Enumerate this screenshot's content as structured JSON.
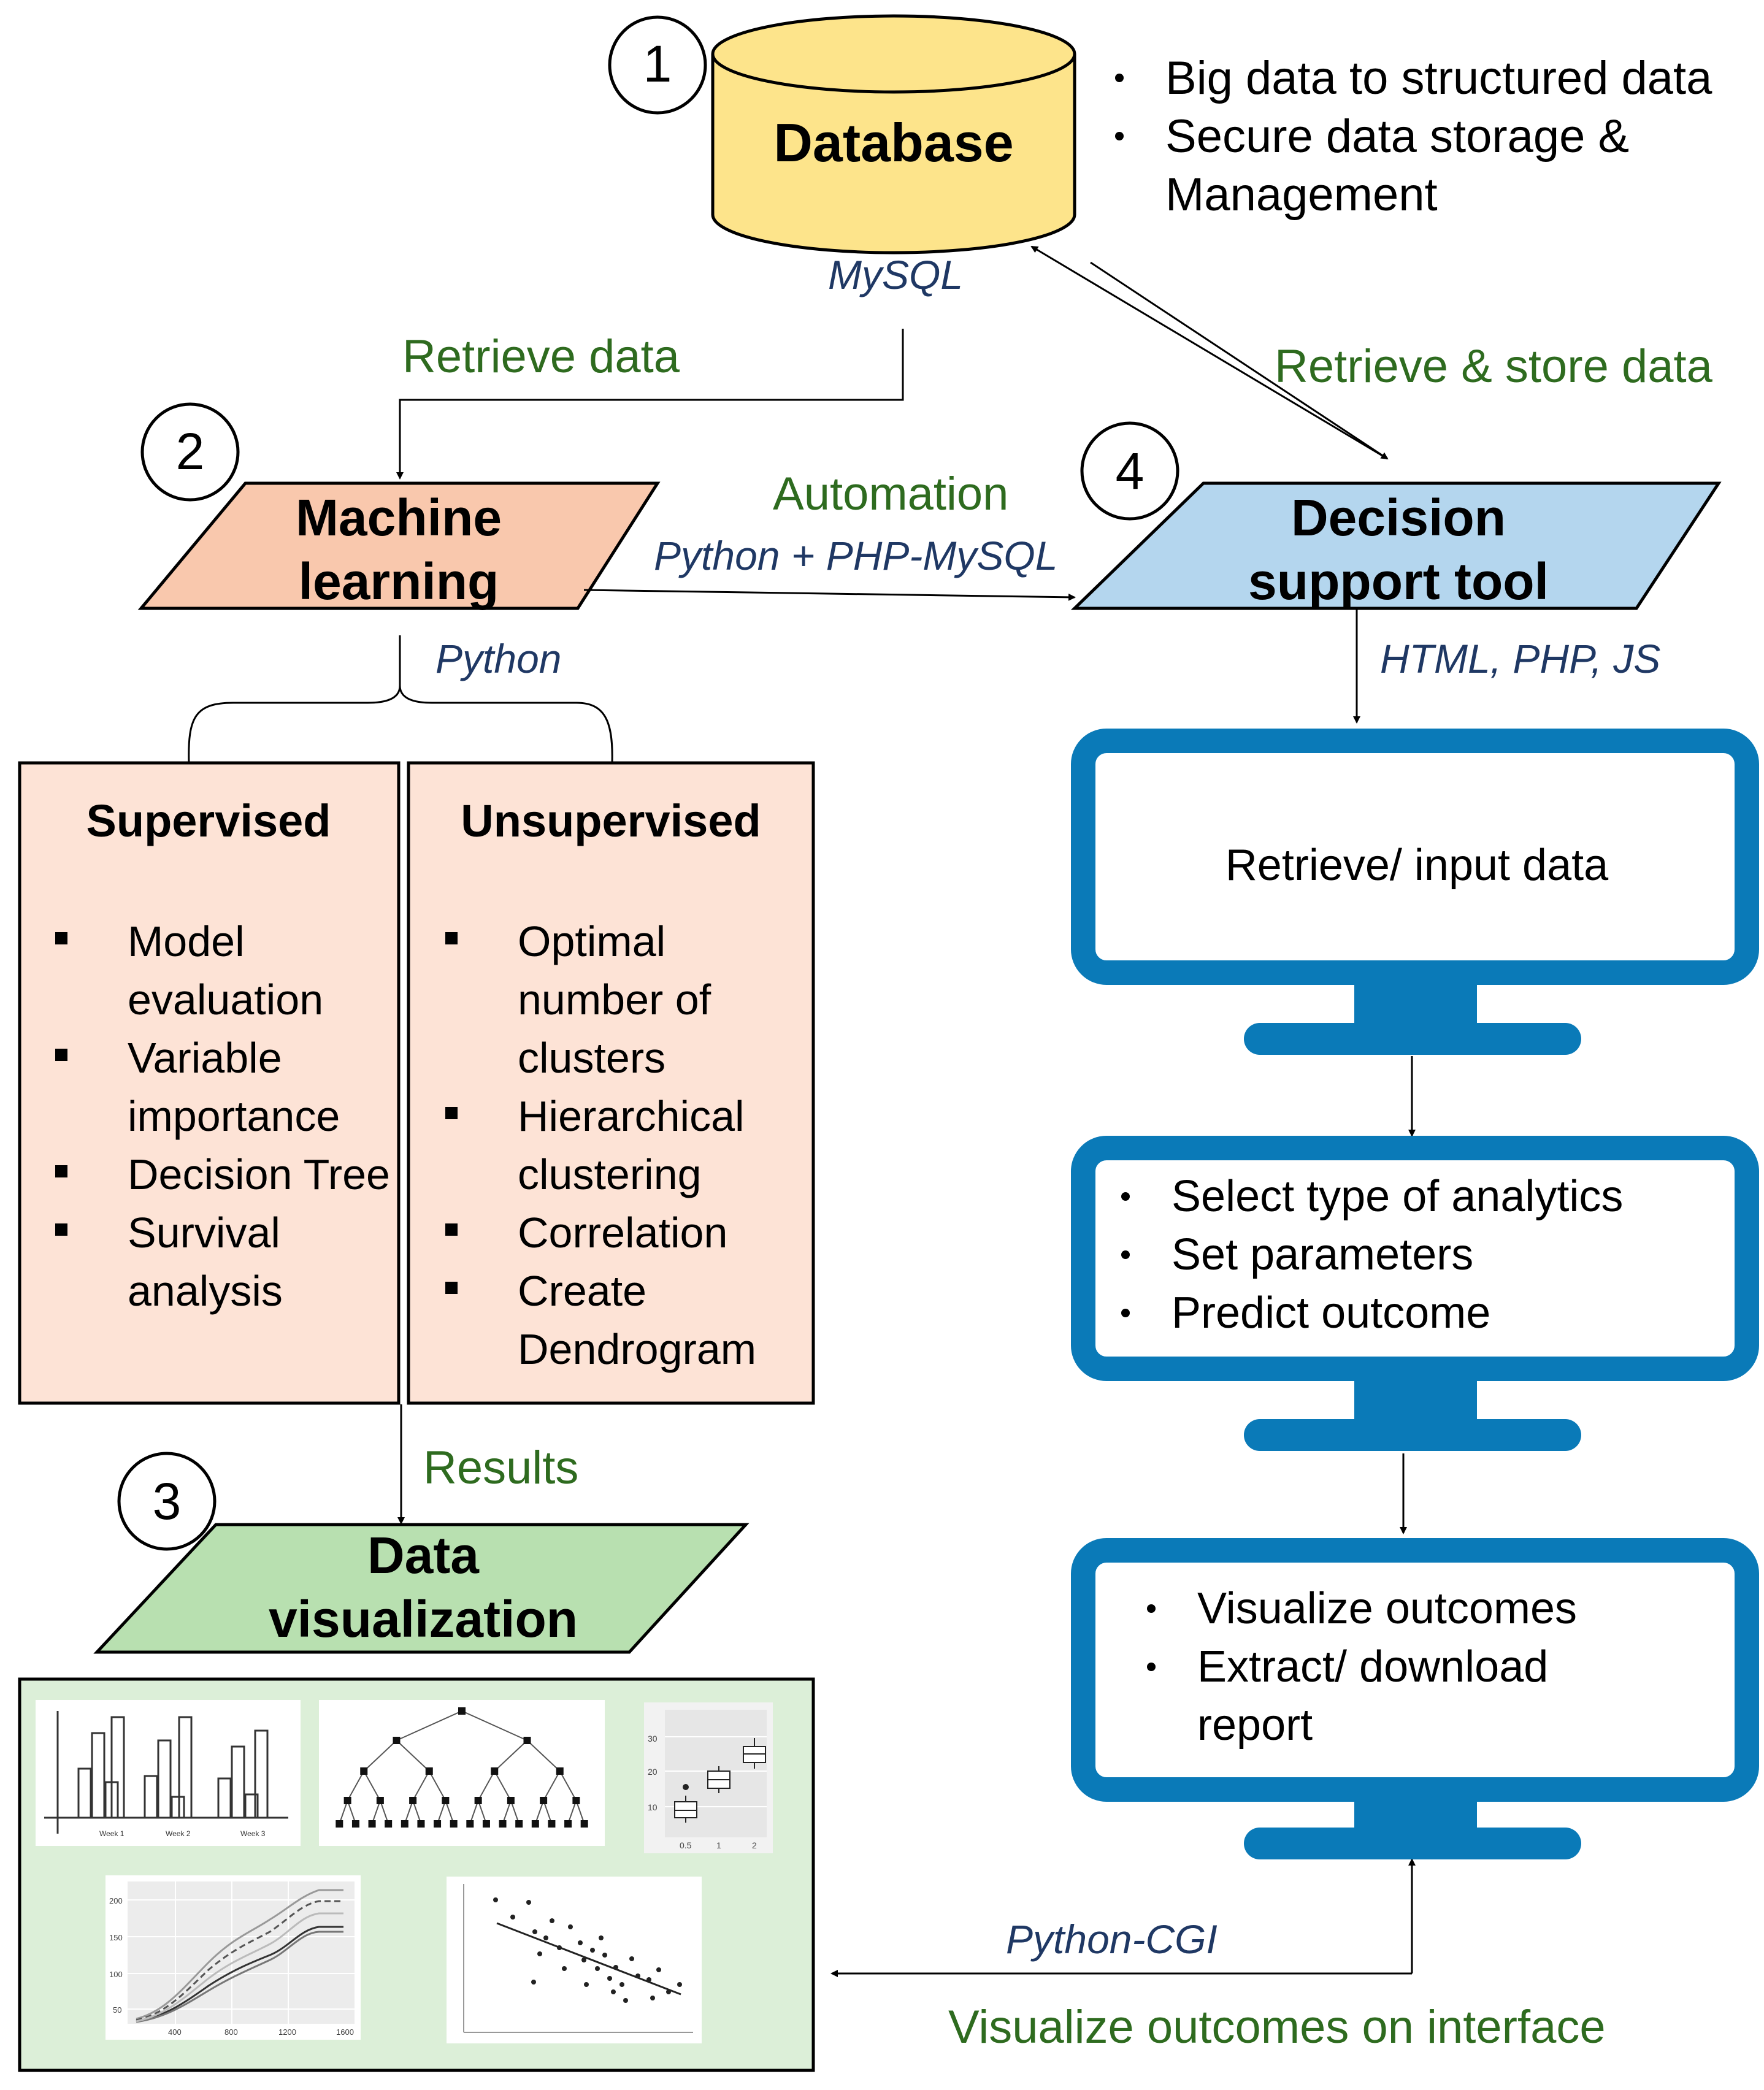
{
  "database": {
    "number": "1",
    "title": "Database",
    "tech": "MySQL",
    "bullets": [
      "Big data to structured data",
      "Secure data storage &",
      "Management"
    ]
  },
  "machine_learning": {
    "number": "2",
    "title_line1": "Machine",
    "title_line2": "learning",
    "tech": "Python"
  },
  "data_visualization": {
    "number": "3",
    "title_line1": "Data",
    "title_line2": "visualization"
  },
  "decision_support": {
    "number": "4",
    "title_line1": "Decision",
    "title_line2": "support tool",
    "tech": "HTML, PHP, JS"
  },
  "edges": {
    "retrieve_data": "Retrieve data",
    "retrieve_store_data": "Retrieve & store data",
    "automation": "Automation",
    "automation_tech": "Python + PHP-MySQL",
    "results": "Results",
    "python_cgi": "Python-CGI",
    "visualize_interface": "Visualize outcomes on interface"
  },
  "supervised": {
    "title": "Supervised",
    "items": [
      "Model evaluation",
      "Variable importance",
      "Decision Tree",
      "Survival analysis"
    ]
  },
  "unsupervised": {
    "title": "Unsupervised",
    "items": [
      "Optimal number of clusters",
      "Hierarchical clustering",
      "Correlation",
      "Create Dendrogram"
    ]
  },
  "monitors": {
    "screen1": "Retrieve/ input data",
    "screen2": [
      "Select type of analytics",
      "Set parameters",
      "Predict outcome"
    ],
    "screen3": [
      "Visualize outcomes",
      "Extract/ download",
      "report"
    ]
  },
  "thumbnails": {
    "bar_week_labels": [
      "Week 1",
      "Week 2",
      "Week 3"
    ],
    "boxplot_y_ticks": [
      "30",
      "20",
      "10"
    ],
    "boxplot_x_ticks": [
      "0.5",
      "1",
      "2"
    ],
    "line_y_ticks": [
      "200",
      "150",
      "100",
      "50"
    ],
    "line_x_ticks": [
      "400",
      "800",
      "1200",
      "1600"
    ]
  },
  "colors": {
    "database_fill": "#fde48b",
    "ml_fill": "#f9c8ad",
    "viz_fill": "#b8e0b0",
    "dst_fill": "#b4d6ee",
    "panel_fill": "#fde3d6",
    "viz_panel_fill": "#dcefd8",
    "monitor_blue": "#0a7ab8",
    "green_text": "#2e6b1f",
    "blue_text": "#1f3864"
  }
}
